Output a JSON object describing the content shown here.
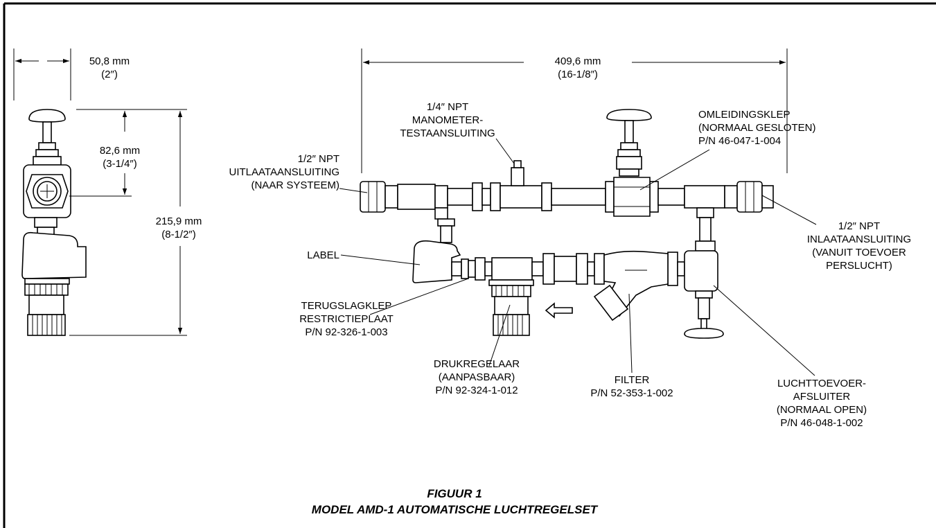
{
  "dimensions": {
    "width": {
      "mm": "50,8 mm",
      "inch": "(2″)"
    },
    "length": {
      "mm": "409,6 mm",
      "inch": "(16-1/8″)"
    },
    "valve_height": {
      "mm": "82,6 mm",
      "inch": "(3-1/4″)"
    },
    "total_height": {
      "mm": "215,9 mm",
      "inch": "(8-1/2″)"
    }
  },
  "labels": {
    "gauge_port": [
      "1/4″ NPT",
      "MANOMETER-",
      "TESTAANSLUITING"
    ],
    "bypass_valve": [
      "OMLEIDINGSKLEP",
      "(NORMAAL GESLOTEN)",
      "P/N 46-047-1-004"
    ],
    "outlet": [
      "1/2″ NPT",
      "UITLAATAANSLUITING",
      "(NAAR SYSTEEM)"
    ],
    "inlet": [
      "1/2″ NPT",
      "INLAATAANSLUITING",
      "(VANUIT TOEVOER",
      "PERSLUCHT)"
    ],
    "label": [
      "LABEL"
    ],
    "check_valve": [
      "TERUGSLAGKLEP",
      "RESTRICTIEPLAAT",
      "P/N 92-326-1-003"
    ],
    "pressure_regulator": [
      "DRUKREGELAAR",
      "(AANPASBAAR)",
      "P/N 92-324-1-012"
    ],
    "filter": [
      "FILTER",
      "P/N 52-353-1-002"
    ],
    "supply_shutoff": [
      "LUCHTTOEVOER-",
      "AFSLUITER",
      "(NORMAAL OPEN)",
      "P/N 46-048-1-002"
    ]
  },
  "caption": {
    "line1": "FIGUUR 1",
    "line2": "MODEL AMD-1 AUTOMATISCHE LUCHTREGELSET"
  }
}
